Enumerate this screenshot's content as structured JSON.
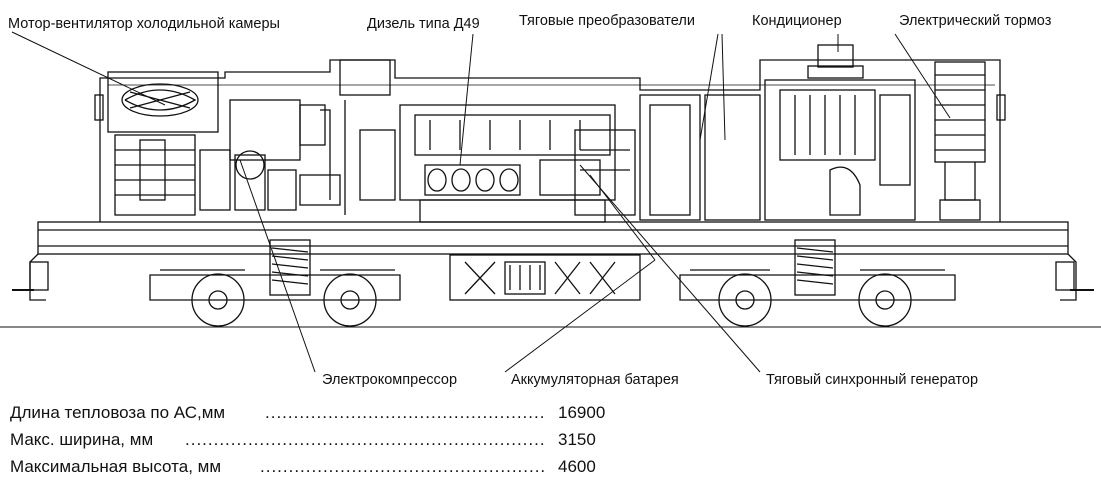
{
  "labels": {
    "fan_motor": "Мотор-вентилятор холодильной камеры",
    "diesel": "Дизель типа Д49",
    "converters": "Тяговые преобразователи",
    "conditioner": "Кондиционер",
    "brake": "Электрический тормоз",
    "compressor": "Электрокомпрессор",
    "battery": "Аккумуляторная батарея",
    "generator": "Тяговый синхронный генератор"
  },
  "specs": [
    {
      "label": "Длина тепловоза по АС,мм",
      "value": "16900"
    },
    {
      "label": "Макс. ширина, мм",
      "value": "3150"
    },
    {
      "label": "Максимальная высота, мм",
      "value": "4600"
    }
  ]
}
